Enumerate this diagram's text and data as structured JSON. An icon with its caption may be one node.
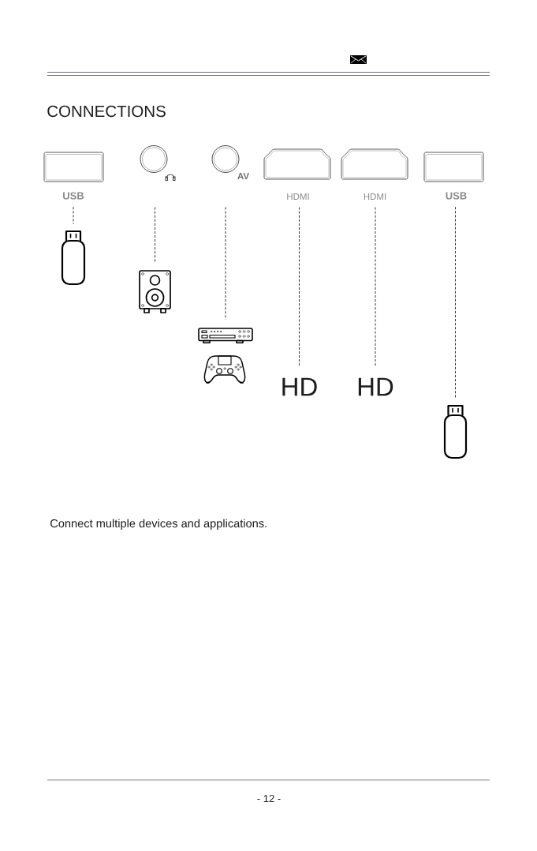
{
  "diagram": {
    "title": "CONNECTIONS",
    "caption": "Connect multiple devices and applications.",
    "nodes": [
      {
        "text": [
          "USB"
        ]
      },
      {
        "text": [],
        "shape": "circle"
      },
      {
        "text": [
          "AV"
        ]
      },
      {
        "text": [
          "HDMI"
        ]
      },
      {
        "text": [
          "HDMI"
        ]
      },
      {
        "text": [
          "USB"
        ]
      },
      {
        "text": [],
        "shape": "box"
      },
      {
        "text": [],
        "shape": "picture"
      },
      {
        "text": [],
        "shape": "picture"
      },
      {
        "text": [],
        "shape": "picture"
      },
      {
        "text": [
          "HD"
        ]
      },
      {
        "text": [
          "HD"
        ]
      },
      {
        "text": [],
        "shape": "box"
      }
    ],
    "edges": [
      {
        "from": 0,
        "to": 6,
        "arrow": "none",
        "style": "dashed"
      },
      {
        "from": 1,
        "to": 7,
        "arrow": "none",
        "style": "dashed"
      },
      {
        "from": 2,
        "to": 8,
        "arrow": "none",
        "style": "dashed"
      },
      {
        "from": 3,
        "to": 10,
        "arrow": "none",
        "style": "dashed"
      },
      {
        "from": 4,
        "to": 11,
        "arrow": "none",
        "style": "dashed"
      },
      {
        "from": 5,
        "to": 12,
        "arrow": "none",
        "style": "dashed"
      }
    ],
    "labels": [
      "- 12 -"
    ]
  }
}
